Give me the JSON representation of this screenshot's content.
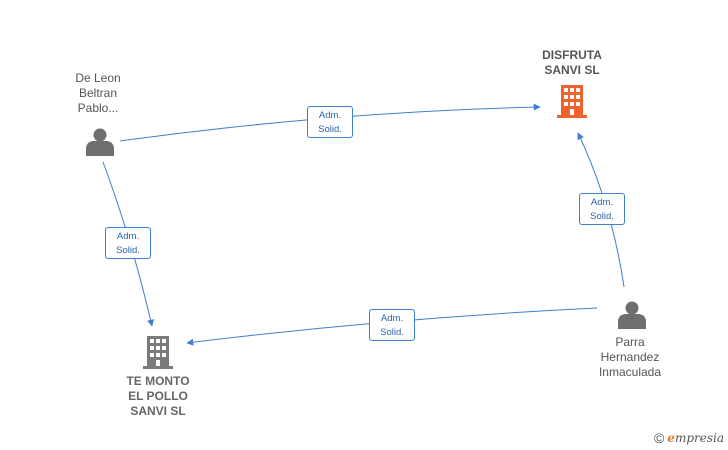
{
  "nodes": {
    "de_leon": {
      "label": "De Leon\nBeltran\nPablo..."
    },
    "disfruta": {
      "label": "DISFRUTA\nSANVI  SL"
    },
    "te_monto": {
      "label": "TE MONTO\nEL POLLO\nSANVI  SL"
    },
    "parra": {
      "label": "Parra\nHernandez\nInmaculada"
    }
  },
  "edges": {
    "e1": {
      "label": "Adm.\nSolid."
    },
    "e2": {
      "label": "Adm.\nSolid."
    },
    "e3": {
      "label": "Adm.\nSolid."
    },
    "e4": {
      "label": "Adm.\nSolid."
    }
  },
  "colors": {
    "edge": "#3d7fd0",
    "person": "#6e6e6e",
    "company": "#7a7a7a",
    "highlight_company": "#f0622c"
  },
  "footer": {
    "copyright": "©",
    "brand_e": "e",
    "brand_rest": "mpresia"
  }
}
